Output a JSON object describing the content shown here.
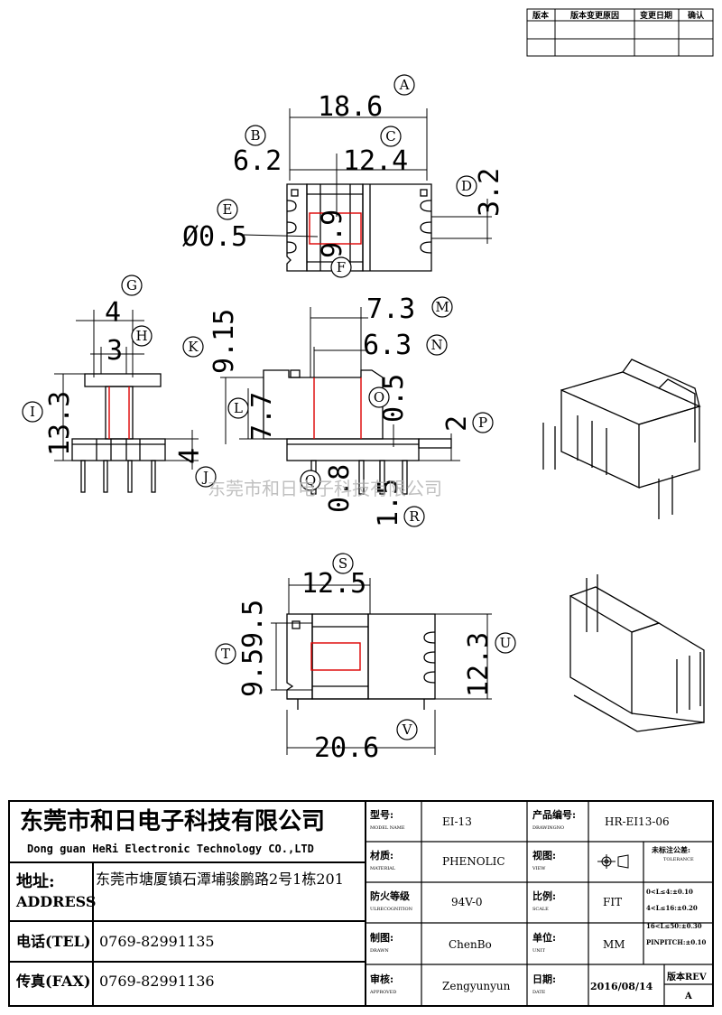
{
  "revision_table": {
    "headers": [
      "版本",
      "版本变更原因",
      "变更日期",
      "确认"
    ]
  },
  "dimensions": {
    "d18_6": "18.6",
    "d6_2": "6.2",
    "d12_4": "12.4",
    "d3_2": "3.2",
    "d9_9": "9.9",
    "d0_5_dia": "Ø0.5",
    "d4": "4",
    "d3": "3",
    "d13_3": "13.3",
    "d4b": "4",
    "d9_15": "9.15",
    "d7_7": "7.7",
    "d7_3": "7.3",
    "d6_3": "6.3",
    "d0_5": "0.5",
    "d2": "2",
    "d0_8": "0.8",
    "d1_5": "1.5",
    "d12_5": "12.5",
    "d9_5": "9.5",
    "d12_3": "12.3",
    "d20_6": "20.6"
  },
  "callouts": [
    "A",
    "B",
    "C",
    "D",
    "E",
    "F",
    "G",
    "H",
    "K",
    "I",
    "L",
    "M",
    "N",
    "O",
    "P",
    "J",
    "Q",
    "R",
    "S",
    "T",
    "U",
    "V"
  ],
  "watermark": "东莞市和日电子科技有限公司",
  "title_block": {
    "company_cn": "东莞市和日电子科技有限公司",
    "company_en": "Dong guan HeRi Electronic Technology CO.,LTD",
    "address_label_cn": "地址:",
    "address_label_en": "ADDRESS",
    "address_value": "东莞市塘厦镇石潭埔骏鹏路2号1栋201",
    "tel_label": "电话(TEL)",
    "tel_value": "0769-82991135",
    "fax_label": "传真(FAX)",
    "fax_value": "0769-82991136",
    "model_label": "型号:",
    "model_label_en": "MODEL NAME",
    "model_value": "EI-13",
    "product_no_label": "产品编号:",
    "product_no_label_en": "DRAWINGNO",
    "product_no_value": "HR-EI13-06",
    "material_label": "材质:",
    "material_label_en": "MATERIAL",
    "material_value": "PHENOLIC",
    "view_label": "视图:",
    "view_label_en": "VIEW",
    "tolerance_title": "未标注公差:",
    "tolerance_title_en": "TOLERANCE",
    "tolerance_rows": [
      "0<L≤4:±0.10",
      "4<L≤16:±0.20",
      "16<L≤50:±0.30",
      "PINPITCH:±0.10"
    ],
    "flammability_label": "防火等级",
    "flammability_label_en": "ULRECOGNITION",
    "flammability_value": "94V-0",
    "scale_label": "比例:",
    "scale_label_en": "SCALE",
    "scale_value": "FIT",
    "drawn_label": "制图:",
    "drawn_label_en": "DRAWN",
    "drawn_value": "ChenBo",
    "unit_label": "单位:",
    "unit_label_en": "UNIT",
    "unit_value": "MM",
    "approved_label": "审核:",
    "approved_label_en": "APPROVED",
    "approved_value": "Zengyunyun",
    "date_label": "日期:",
    "date_label_en": "DATE",
    "date_value": "2016/08/14",
    "rev_label": "版本REV",
    "rev_value": "A"
  }
}
